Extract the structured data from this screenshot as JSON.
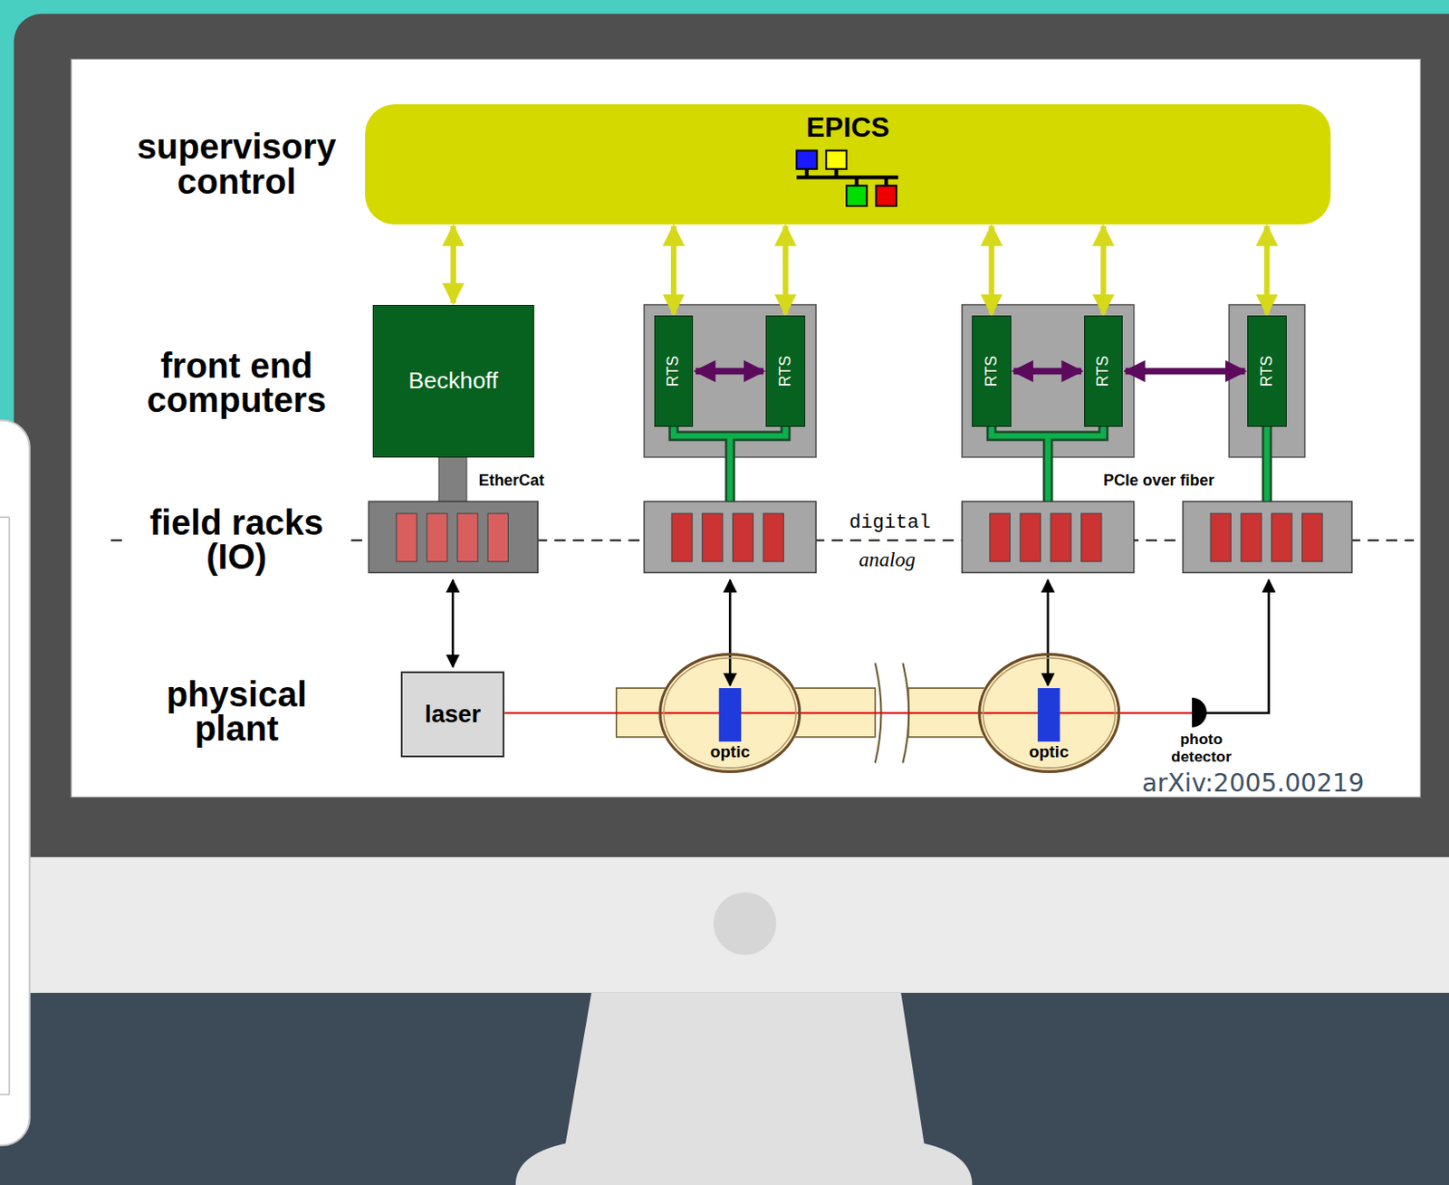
{
  "diagram": {
    "nodes": [
      {
        "text": [
          "EPICS"
        ]
      },
      {
        "text": [
          "Beckhoff"
        ]
      },
      {
        "text": [
          "RTS"
        ]
      },
      {
        "text": [
          "RTS"
        ]
      },
      {
        "text": [
          "RTS"
        ]
      },
      {
        "text": [
          "RTS"
        ]
      },
      {
        "text": [
          "RTS"
        ]
      },
      {
        "text": [
          "laser"
        ]
      },
      {
        "text": [
          "optic"
        ]
      },
      {
        "text": [
          "optic"
        ]
      },
      {
        "text": [
          "photo detector"
        ]
      }
    ],
    "edges": [
      {
        "from": 0,
        "to": 1,
        "arrow": "both"
      },
      {
        "from": 0,
        "to": 2,
        "arrow": "both"
      },
      {
        "from": 0,
        "to": 3,
        "arrow": "both"
      },
      {
        "from": 0,
        "to": 4,
        "arrow": "both"
      },
      {
        "from": 0,
        "to": 5,
        "arrow": "both"
      },
      {
        "from": 0,
        "to": 6,
        "arrow": "both"
      },
      {
        "from": 2,
        "to": 3,
        "arrow": "both"
      },
      {
        "from": 4,
        "to": 5,
        "arrow": "both"
      },
      {
        "from": 5,
        "to": 6,
        "arrow": "both"
      }
    ],
    "labels": [
      "supervisory control",
      "front end computers",
      "field racks (IO)",
      "physical plant",
      "EtherCat",
      "digital",
      "analog",
      "PCIe over fiber",
      "arXiv:2005.00219"
    ]
  }
}
